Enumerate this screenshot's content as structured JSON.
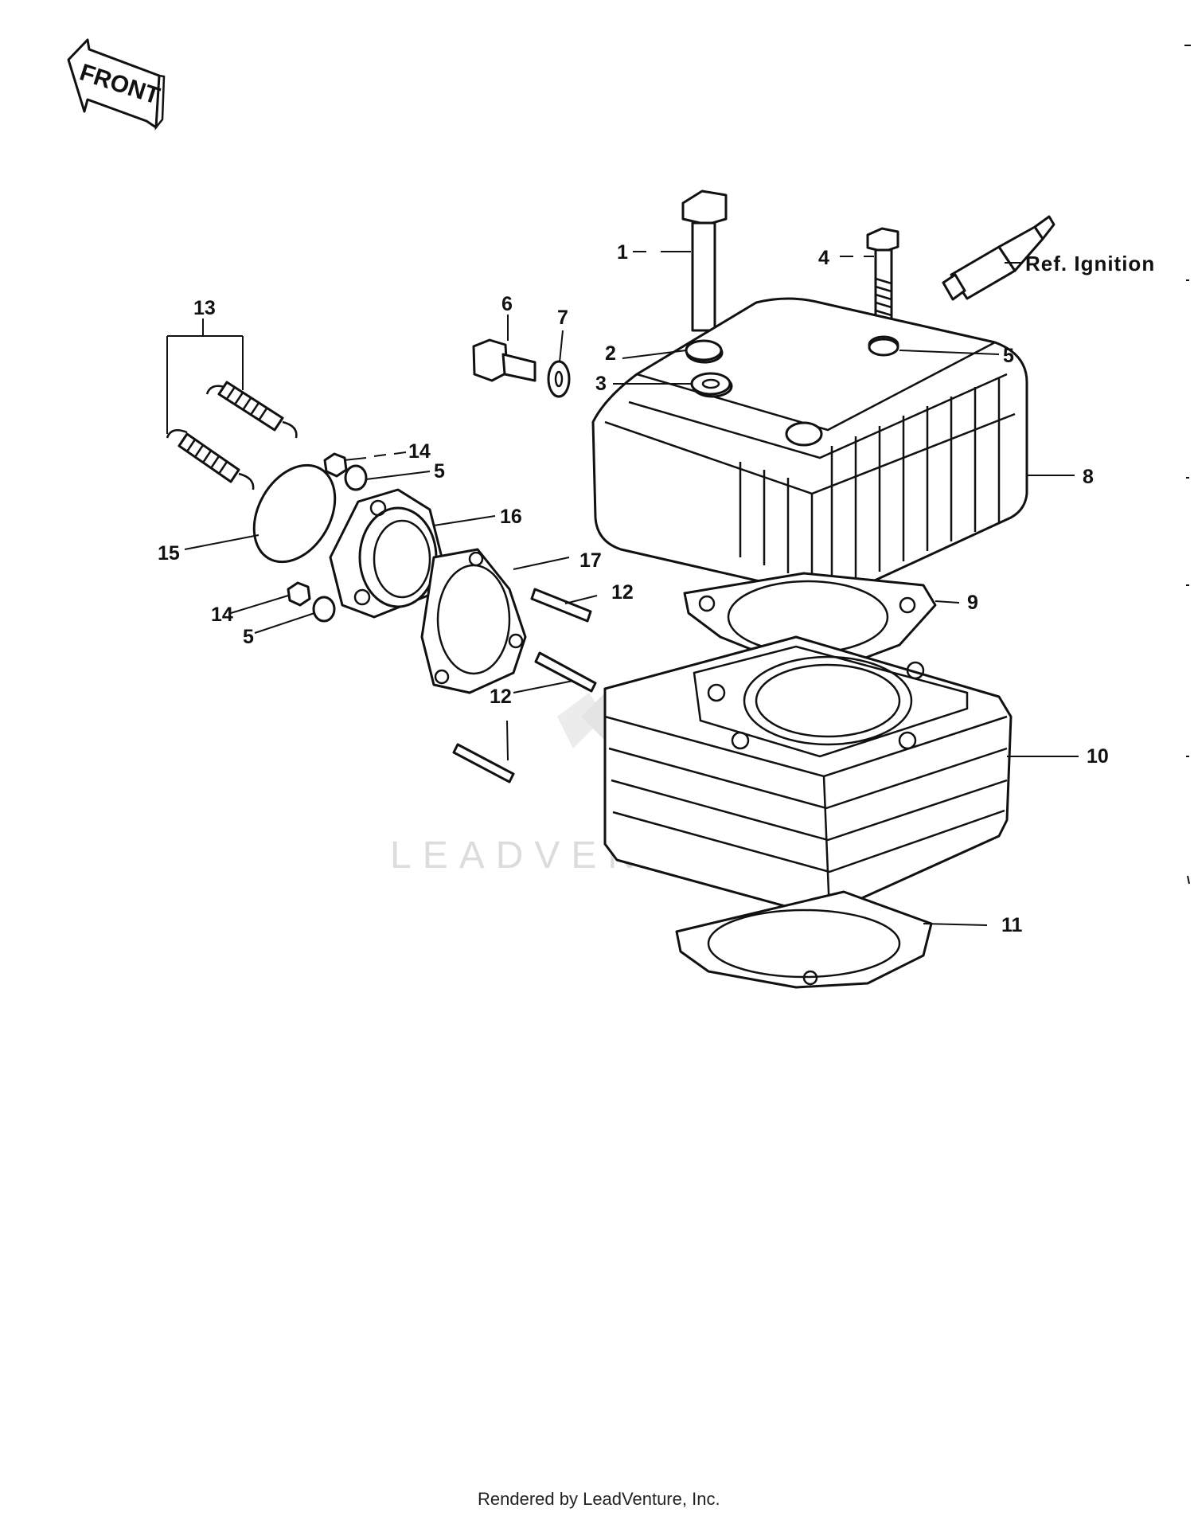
{
  "direction_label": "FRONT",
  "reference_note": "Ref. Ignition",
  "watermark": "LEADVENTURE",
  "footer": "Rendered by LeadVenture, Inc.",
  "callouts": {
    "c1": "1",
    "c2": "2",
    "c3": "3",
    "c4": "4",
    "c5a": "5",
    "c5b": "5",
    "c5c": "5",
    "c6": "6",
    "c7": "7",
    "c8": "8",
    "c9": "9",
    "c10": "10",
    "c11": "11",
    "c12a": "12",
    "c12b": "12",
    "c13": "13",
    "c14a": "14",
    "c14b": "14",
    "c15": "15",
    "c16": "16",
    "c17": "17"
  }
}
